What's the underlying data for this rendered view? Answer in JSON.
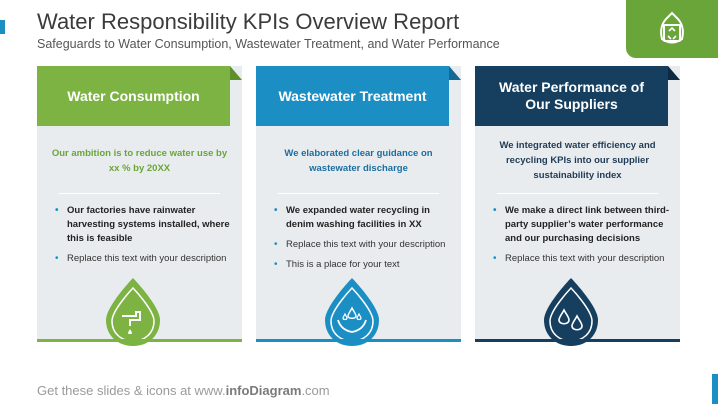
{
  "header": {
    "title": "Water Responsibility KPIs Overview Report",
    "subtitle": "Safeguards to Water Consumption, Wastewater Treatment, and Water Performance",
    "badge_icon": "recycle-water-icon"
  },
  "colors": {
    "green": "#7cb342",
    "green_dark": "#5d8f2a",
    "blue": "#1b8ec4",
    "blue_dark": "#126a94",
    "navy": "#163e5e",
    "navy_dark": "#0d2a42",
    "card_bg": "#e9ecef"
  },
  "cards": [
    {
      "title": "Water Consumption",
      "lead": "Our ambition is to reduce water use by xx % by 20XX",
      "bullets": [
        "Our factories have rainwater harvesting systems installed, where this is feasible",
        "Replace this text with your description"
      ],
      "icon": "water-faucet-icon"
    },
    {
      "title": "Wastewater Treatment",
      "lead": "We elaborated clear guidance on wastewater discharge",
      "bullets": [
        "We expanded water recycling in denim washing facilities in XX",
        "Replace this text with your description",
        "This is a place for your text"
      ],
      "icon": "hands-water-drops-icon"
    },
    {
      "title": "Water Performance of Our Suppliers",
      "lead": "We integrated water efficiency and recycling KPIs into our supplier sustainability index",
      "bullets": [
        "We make a direct link between third-party supplier’s water performance and our purchasing decisions",
        "Replace this text with your description"
      ],
      "icon": "water-drops-icon"
    }
  ],
  "footer": {
    "prefix": "Get these slides & icons at www.",
    "brand": "infoDiagram",
    "suffix": ".com"
  }
}
